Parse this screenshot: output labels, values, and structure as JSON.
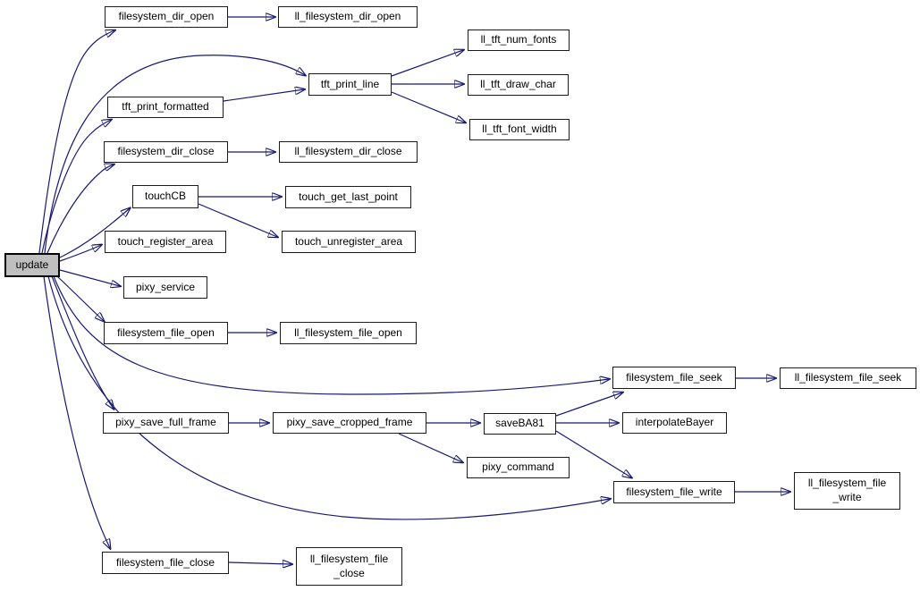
{
  "diagram": {
    "type": "doxygen-call-graph",
    "root_function": "update",
    "colors": {
      "background": "#ffffff",
      "edge": "#191970",
      "node_border": "#1c1c1c",
      "node_fill": "#ffffff",
      "highlight_node_fill": "#bfbfbf",
      "text": "#000000"
    },
    "nodes": [
      {
        "id": "update",
        "label": "update",
        "highlight": true
      },
      {
        "id": "filesystem_dir_open",
        "label": "filesystem_dir_open"
      },
      {
        "id": "ll_filesystem_dir_open",
        "label": "ll_filesystem_dir_open"
      },
      {
        "id": "ll_tft_num_fonts",
        "label": "ll_tft_num_fonts"
      },
      {
        "id": "tft_print_line",
        "label": "tft_print_line"
      },
      {
        "id": "ll_tft_draw_char",
        "label": "ll_tft_draw_char"
      },
      {
        "id": "tft_print_formatted",
        "label": "tft_print_formatted"
      },
      {
        "id": "ll_tft_font_width",
        "label": "ll_tft_font_width"
      },
      {
        "id": "filesystem_dir_close",
        "label": "filesystem_dir_close"
      },
      {
        "id": "ll_filesystem_dir_close",
        "label": "ll_filesystem_dir_close"
      },
      {
        "id": "touchCB",
        "label": "touchCB"
      },
      {
        "id": "touch_get_last_point",
        "label": "touch_get_last_point"
      },
      {
        "id": "touch_register_area",
        "label": "touch_register_area"
      },
      {
        "id": "touch_unregister_area",
        "label": "touch_unregister_area"
      },
      {
        "id": "pixy_service",
        "label": "pixy_service"
      },
      {
        "id": "filesystem_file_open",
        "label": "filesystem_file_open"
      },
      {
        "id": "ll_filesystem_file_open",
        "label": "ll_filesystem_file_open"
      },
      {
        "id": "filesystem_file_seek",
        "label": "filesystem_file_seek"
      },
      {
        "id": "ll_filesystem_file_seek",
        "label": "ll_filesystem_file_seek"
      },
      {
        "id": "pixy_save_full_frame",
        "label": "pixy_save_full_frame"
      },
      {
        "id": "pixy_save_cropped_frame",
        "label": "pixy_save_cropped_frame"
      },
      {
        "id": "saveBA81",
        "label": "saveBA81"
      },
      {
        "id": "interpolateBayer",
        "label": "interpolateBayer"
      },
      {
        "id": "pixy_command",
        "label": "pixy_command"
      },
      {
        "id": "filesystem_file_write",
        "label": "filesystem_file_write"
      },
      {
        "id": "ll_filesystem_file_write",
        "label": "ll_filesystem_file\n_write"
      },
      {
        "id": "filesystem_file_close",
        "label": "filesystem_file_close"
      },
      {
        "id": "ll_filesystem_file_close",
        "label": "ll_filesystem_file\n_close"
      }
    ],
    "edges": [
      {
        "from": "update",
        "to": "filesystem_dir_open"
      },
      {
        "from": "update",
        "to": "tft_print_line"
      },
      {
        "from": "update",
        "to": "tft_print_formatted"
      },
      {
        "from": "update",
        "to": "filesystem_dir_close"
      },
      {
        "from": "update",
        "to": "touchCB"
      },
      {
        "from": "update",
        "to": "touch_register_area"
      },
      {
        "from": "update",
        "to": "pixy_service"
      },
      {
        "from": "update",
        "to": "filesystem_file_open"
      },
      {
        "from": "update",
        "to": "filesystem_file_seek"
      },
      {
        "from": "update",
        "to": "pixy_save_full_frame"
      },
      {
        "from": "update",
        "to": "filesystem_file_write"
      },
      {
        "from": "update",
        "to": "filesystem_file_close"
      },
      {
        "from": "filesystem_dir_open",
        "to": "ll_filesystem_dir_open"
      },
      {
        "from": "tft_print_formatted",
        "to": "tft_print_line"
      },
      {
        "from": "tft_print_line",
        "to": "ll_tft_num_fonts"
      },
      {
        "from": "tft_print_line",
        "to": "ll_tft_draw_char"
      },
      {
        "from": "tft_print_line",
        "to": "ll_tft_font_width"
      },
      {
        "from": "filesystem_dir_close",
        "to": "ll_filesystem_dir_close"
      },
      {
        "from": "touchCB",
        "to": "touch_get_last_point"
      },
      {
        "from": "touchCB",
        "to": "touch_unregister_area"
      },
      {
        "from": "filesystem_file_open",
        "to": "ll_filesystem_file_open"
      },
      {
        "from": "filesystem_file_seek",
        "to": "ll_filesystem_file_seek"
      },
      {
        "from": "pixy_save_full_frame",
        "to": "pixy_save_cropped_frame"
      },
      {
        "from": "pixy_save_cropped_frame",
        "to": "saveBA81"
      },
      {
        "from": "pixy_save_cropped_frame",
        "to": "pixy_command"
      },
      {
        "from": "saveBA81",
        "to": "filesystem_file_seek"
      },
      {
        "from": "saveBA81",
        "to": "interpolateBayer"
      },
      {
        "from": "saveBA81",
        "to": "filesystem_file_write"
      },
      {
        "from": "filesystem_file_write",
        "to": "ll_filesystem_file_write"
      },
      {
        "from": "filesystem_file_close",
        "to": "ll_filesystem_file_close"
      }
    ]
  }
}
